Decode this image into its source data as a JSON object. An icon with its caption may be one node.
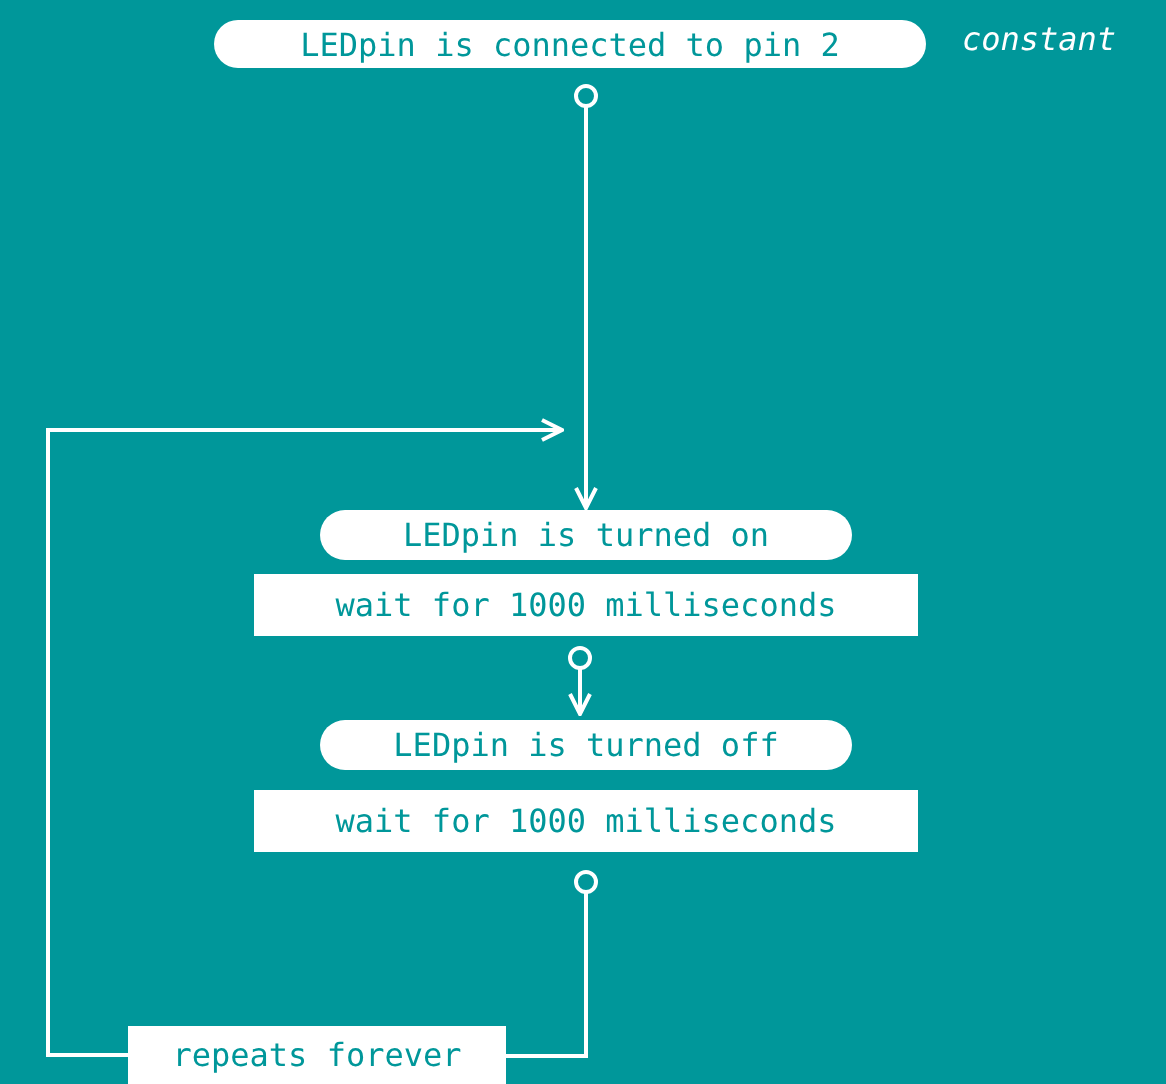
{
  "diagram": {
    "nodes": [
      {
        "text": [
          "LEDpin is connected to pin 2"
        ],
        "beside": [
          "constant"
        ]
      },
      {
        "text": [
          "LEDpin is turned on"
        ]
      },
      {
        "text": [
          "wait for 1000 milliseconds"
        ]
      },
      {
        "text": [
          "LEDpin is turned off"
        ]
      },
      {
        "text": [
          "wait for 1000 milliseconds"
        ]
      },
      {
        "text": [
          "repeats forever"
        ]
      }
    ],
    "edges": [
      {
        "from": 0,
        "to": 1,
        "arrow": "to"
      },
      {
        "from": 2,
        "to": 3,
        "arrow": "to"
      },
      {
        "from": 4,
        "to": 5,
        "arrow": "other"
      },
      {
        "from": 5,
        "to": null,
        "arrow": "to"
      }
    ]
  }
}
